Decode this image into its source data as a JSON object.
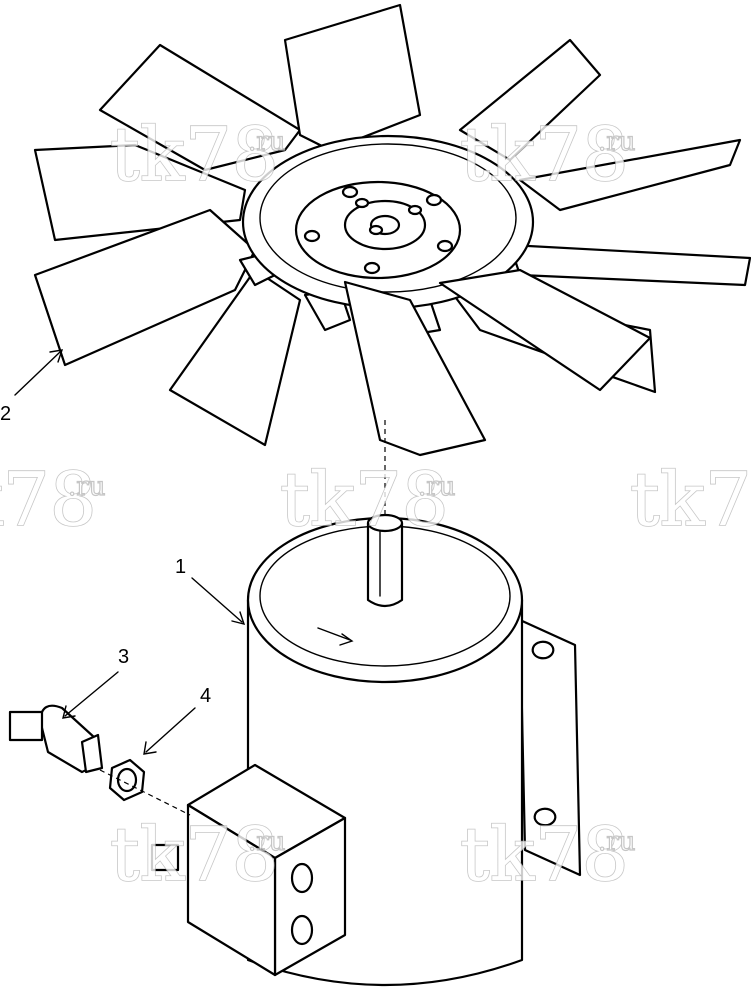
{
  "callouts": [
    {
      "id": "1",
      "label": "1"
    },
    {
      "id": "2",
      "label": "2"
    },
    {
      "id": "3",
      "label": "3"
    },
    {
      "id": "4",
      "label": "4"
    }
  ],
  "watermark": {
    "main": "tk78",
    "suffix": ".ru"
  }
}
